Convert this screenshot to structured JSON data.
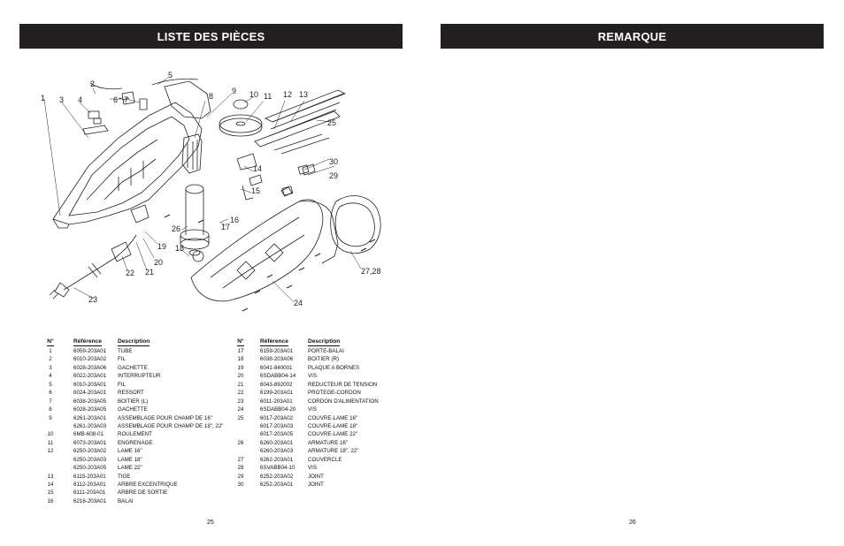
{
  "left_page": {
    "title": "LISTE DES PIÈCES",
    "page_number": "25",
    "diagram_labels": [
      "1",
      "2",
      "3",
      "4",
      "5",
      "6",
      "7",
      "8",
      "9",
      "10",
      "11",
      "12",
      "13",
      "14",
      "15",
      "16",
      "17",
      "18",
      "19",
      "20",
      "21",
      "22",
      "23",
      "24",
      "25",
      "26",
      "27,28",
      "29",
      "30"
    ],
    "table_headers": {
      "no": "N°",
      "ref": "Référence",
      "desc": "Description"
    },
    "parts_left": [
      {
        "no": "1",
        "ref": "6059-203A01",
        "desc": "TUBE"
      },
      {
        "no": "2",
        "ref": "6010-203A02",
        "desc": "FIL"
      },
      {
        "no": "3",
        "ref": "6028-203A06",
        "desc": "GACHETTE"
      },
      {
        "no": "4",
        "ref": "6022-203A01",
        "desc": "INTERRUPTEUR"
      },
      {
        "no": "5",
        "ref": "6010-203A01",
        "desc": "FIL"
      },
      {
        "no": "6",
        "ref": "6024-203A01",
        "desc": "RESSORT"
      },
      {
        "no": "7",
        "ref": "6038-203A05",
        "desc": "BOITIER (L)"
      },
      {
        "no": "8",
        "ref": "6028-203A05",
        "desc": "GACHETTE"
      },
      {
        "no": "9",
        "ref": "6261-203A01",
        "desc": "ASSEMBLAGE POUR CHAMP DE 16\""
      },
      {
        "no": "",
        "ref": "6261-203A03",
        "desc": "ASSEMBLAGE POUR CHAMP DE 18\", 22\""
      },
      {
        "no": "10",
        "ref": "6MB-608-01",
        "desc": "ROULEMENT"
      },
      {
        "no": "11",
        "ref": "6073-203A01",
        "desc": "ENGRENAGE"
      },
      {
        "no": "12",
        "ref": "6250-203A02",
        "desc": "LAME 16\""
      },
      {
        "no": "",
        "ref": "6250-203A03",
        "desc": "LAME 18\""
      },
      {
        "no": "",
        "ref": "6250-203A05",
        "desc": "LAME 22\""
      },
      {
        "no": "13",
        "ref": "6115-203A01",
        "desc": "TIGE"
      },
      {
        "no": "14",
        "ref": "6112-203A01",
        "desc": "ARBRE EXCENTRIQUE"
      },
      {
        "no": "15",
        "ref": "6111-203A01",
        "desc": "ARBRE DE SORTIE"
      },
      {
        "no": "16",
        "ref": "6216-203A01",
        "desc": "BALAI"
      }
    ],
    "parts_right": [
      {
        "no": "17",
        "ref": "6159-203A01",
        "desc": "PORTE-BALAI"
      },
      {
        "no": "18",
        "ref": "6038-203A06",
        "desc": "BOITIER (R)"
      },
      {
        "no": "19",
        "ref": "6041-840001",
        "desc": "PLAQUE A BORNES"
      },
      {
        "no": "20",
        "ref": "6SDABB04-14",
        "desc": "VIS"
      },
      {
        "no": "21",
        "ref": "6043-892002",
        "desc": "REDUCTEUR DE TENSION"
      },
      {
        "no": "22",
        "ref": "6199-203A01",
        "desc": "PROTEGE-CORDON"
      },
      {
        "no": "23",
        "ref": "6011-203A01",
        "desc": "CORDON D'ALIMENTATION"
      },
      {
        "no": "24",
        "ref": "6SDABB04-20",
        "desc": "VIS"
      },
      {
        "no": "25",
        "ref": "6017-203A02",
        "desc": "COUVRE-LAME 16\""
      },
      {
        "no": "",
        "ref": "6017-203A03",
        "desc": "COUVRE-LAME 18\""
      },
      {
        "no": "",
        "ref": "6017-203A05",
        "desc": "COUVRE-LAME 22\""
      },
      {
        "no": "26",
        "ref": "6260-203A01",
        "desc": "ARMATURE 16\""
      },
      {
        "no": "",
        "ref": "6260-203A03",
        "desc": "ARMATURE 18\", 22\""
      },
      {
        "no": "27",
        "ref": "6262-203A01",
        "desc": "COUVERCLE"
      },
      {
        "no": "28",
        "ref": "6SVABB04-10",
        "desc": "VIS"
      },
      {
        "no": "29",
        "ref": "6252-203A02",
        "desc": "JOINT"
      },
      {
        "no": "30",
        "ref": "6252-203A01",
        "desc": "JOINT"
      }
    ]
  },
  "right_page": {
    "title": "REMARQUE",
    "page_number": "26"
  },
  "colors": {
    "banner_bg": "#231f20",
    "banner_text": "#ffffff",
    "ink": "#111111"
  }
}
